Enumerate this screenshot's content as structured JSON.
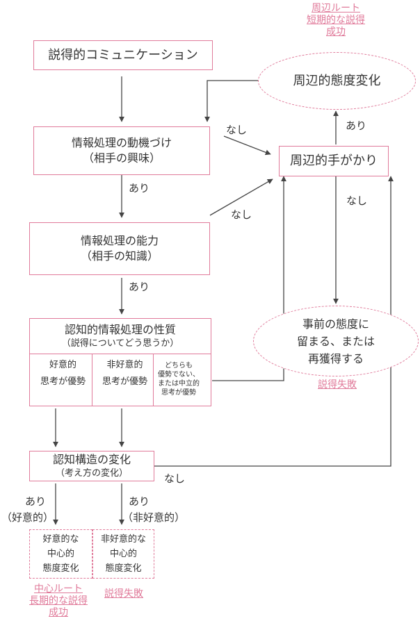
{
  "colors": {
    "accent": "#e07a9a",
    "line": "#444444"
  },
  "top_note": [
    "周辺ルート",
    "短期的な説得",
    "成功"
  ],
  "comm": "説得的コミュニケーション",
  "ellipse_top": "周辺的態度変化",
  "motivation": [
    "情報処理の動機づけ",
    "（相手の興味）"
  ],
  "peripheral_cue": "周辺的手がかり",
  "ability": [
    "情報処理の能力",
    "（相手の知識）"
  ],
  "nature": {
    "title": "認知的情報処理の性質",
    "subtitle": "（説得についてどう思うか）",
    "cols": [
      [
        "好意的",
        "思考が優勢"
      ],
      [
        "非好意的",
        "思考が優勢"
      ],
      [
        "どちらも",
        "優勢でない、",
        "または中立的",
        "思考が優勢"
      ]
    ]
  },
  "ellipse_bottom": [
    "事前の態度に",
    "留まる、または",
    "再獲得する"
  ],
  "fail_right": "説得失敗",
  "structure": [
    "認知構造の変化",
    "（考え方の変化）"
  ],
  "result_left": [
    "好意的な",
    "中心的",
    "態度変化"
  ],
  "result_right": [
    "非好意的な",
    "中心的",
    "態度変化"
  ],
  "bottom_left_note": [
    "中心ルート",
    "長期的な説得",
    "成功"
  ],
  "bottom_right_note": "説得失敗",
  "labels": {
    "ari": "あり",
    "nashi": "なし",
    "ari_pos": "（好意的）",
    "ari_neg": "（非好意的）"
  }
}
